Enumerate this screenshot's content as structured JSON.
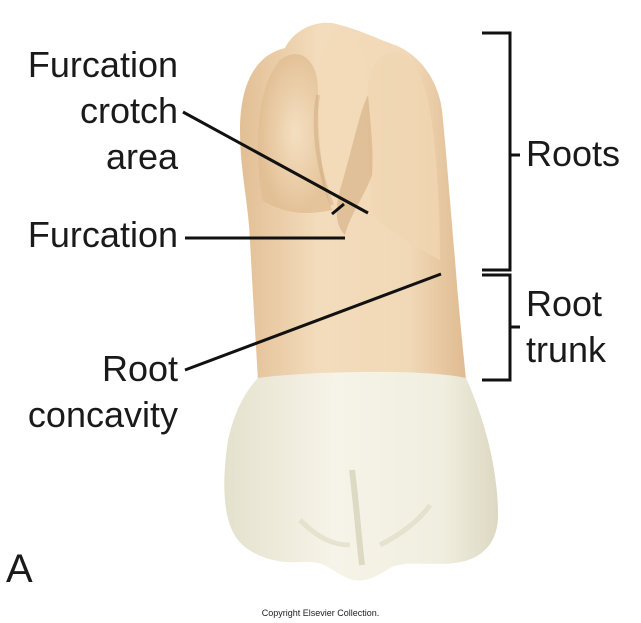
{
  "labels": {
    "furcation_crotch_line1": "Furcation",
    "furcation_crotch_line2": "crotch",
    "furcation_crotch_line3": "area",
    "furcation": "Furcation",
    "root_concavity_line1": "Root",
    "root_concavity_line2": "concavity",
    "roots": "Roots",
    "root_trunk_line1": "Root",
    "root_trunk_line2": "trunk"
  },
  "panel_letter": "A",
  "copyright": "Copyright Elsevier Collection.",
  "colors": {
    "root": "#efd5b1",
    "root_shadow": "#d9b287",
    "crown": "#f1efdf",
    "crown_shadow": "#ddd9c3",
    "line": "#111111"
  }
}
